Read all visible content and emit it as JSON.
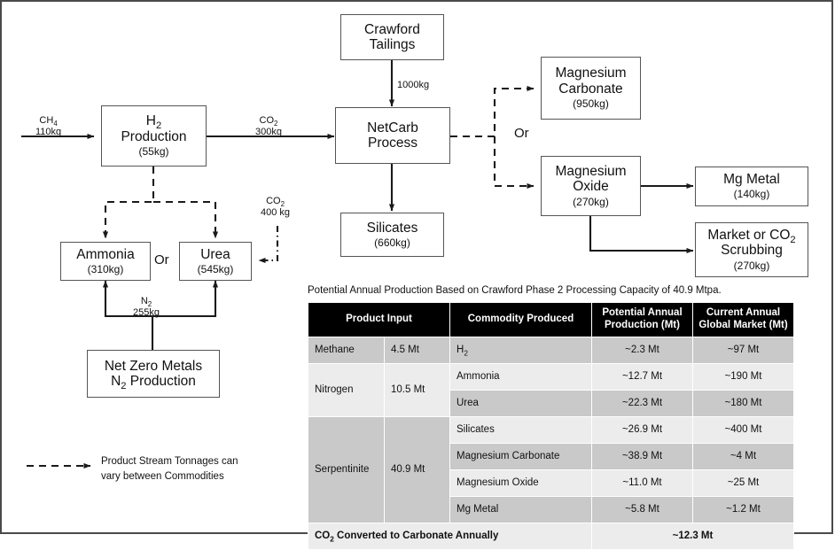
{
  "diagram": {
    "nodes": {
      "h2_production": {
        "title_html": "H<sub>2</sub>",
        "line2": "Production",
        "sub": "(55kg)"
      },
      "crawford_tailings": {
        "line1": "Crawford",
        "line2": "Tailings"
      },
      "netcarb": {
        "line1": "NetCarb",
        "line2": "Process"
      },
      "silicates": {
        "line1": "Silicates",
        "sub": "(660kg)"
      },
      "magnesium_carbonate": {
        "line1": "Magnesium",
        "line2": "Carbonate",
        "sub": "(950kg)"
      },
      "magnesium_oxide": {
        "line1": "Magnesium",
        "line2": "Oxide",
        "sub": "(270kg)"
      },
      "mg_metal": {
        "line1": "Mg Metal",
        "sub": "(140kg)"
      },
      "market_scrubbing": {
        "line1_html": "Market or CO<sub>2</sub>",
        "line2": "Scrubbing",
        "sub": "(270kg)"
      },
      "ammonia": {
        "line1": "Ammonia",
        "sub": "(310kg)"
      },
      "urea": {
        "line1": "Urea",
        "sub": "(545kg)"
      },
      "net_zero_metals": {
        "line1": "Net Zero Metals",
        "line2_html": "N<sub>2</sub> Production"
      }
    },
    "stream_labels": {
      "ch4": {
        "species_html": "CH<sub>4</sub>",
        "mass": "110kg"
      },
      "co2_out": {
        "species_html": "CO<sub>2</sub>",
        "mass": "300kg"
      },
      "tailings_feed": {
        "mass": "1000kg"
      },
      "co2_urea": {
        "species_html": "CO<sub>2</sub>",
        "mass": "400 kg"
      },
      "n2": {
        "species_html": "N<sub>2</sub>",
        "mass": "255kg"
      }
    },
    "or_labels": {
      "left": "Or",
      "right": "Or"
    },
    "legend": {
      "line1": "Product Stream Tonnages can",
      "line2": "vary between Commodities"
    }
  },
  "table": {
    "title": "Potential Annual Production Based on Crawford Phase 2 Processing Capacity of 40.9 Mtpa.",
    "headers": {
      "product_input": "Product Input",
      "commodity": "Commodity Produced",
      "potential": "Potential Annual Production (Mt)",
      "market": "Current Annual Global Market (Mt)"
    },
    "inputs": [
      {
        "name": "Methane",
        "amount": "4.5 Mt",
        "rowspan": 1
      },
      {
        "name": "Nitrogen",
        "amount": "10.5 Mt",
        "rowspan": 2
      },
      {
        "name": "Serpentinite",
        "amount": "40.9 Mt",
        "rowspan": 4
      }
    ],
    "rows": [
      {
        "commodity_html": "H<sub>2</sub>",
        "potential": "~2.3 Mt",
        "market": "~97 Mt"
      },
      {
        "commodity_html": "Ammonia",
        "potential": "~12.7 Mt",
        "market": "~190 Mt"
      },
      {
        "commodity_html": "Urea",
        "potential": "~22.3 Mt",
        "market": "~180 Mt"
      },
      {
        "commodity_html": "Silicates",
        "potential": "~26.9 Mt",
        "market": "~400 Mt"
      },
      {
        "commodity_html": "Magnesium Carbonate",
        "potential": "~38.9 Mt",
        "market": "~4 Mt"
      },
      {
        "commodity_html": "Magnesium Oxide",
        "potential": "~11.0 Mt",
        "market": "~25 Mt"
      },
      {
        "commodity_html": "Mg Metal",
        "potential": "~5.8 Mt",
        "market": "~1.2 Mt"
      }
    ],
    "total": {
      "label_html": "CO<sub>2</sub> Converted to Carbonate Annually",
      "value": "~12.3 Mt"
    }
  },
  "colors": {
    "header_bg": "#000000",
    "row_dark": "#c9c9c9",
    "row_light": "#ececec",
    "stroke": "#1a1a1a"
  }
}
